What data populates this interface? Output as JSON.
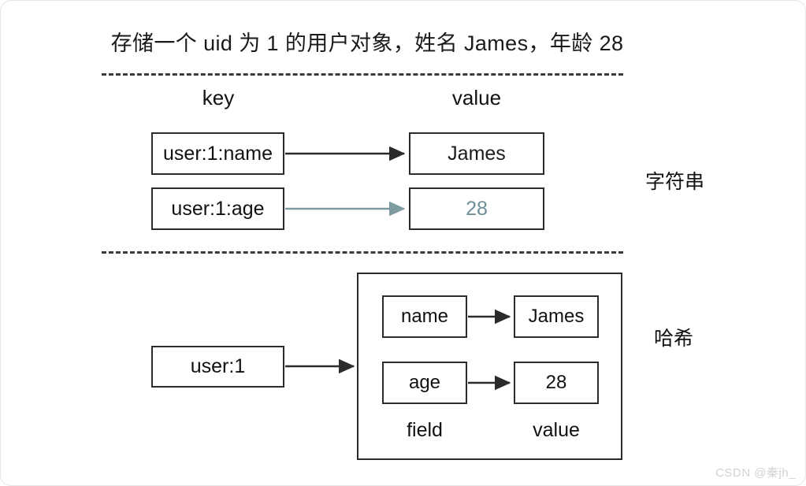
{
  "diagram": {
    "title": "存储一个 uid 为 1 的用户对象，姓名 James，年龄 28",
    "column_headers": {
      "key": "key",
      "value": "value"
    },
    "string_section": {
      "type_label": "字符串",
      "rows": [
        {
          "key": "user:1:name",
          "value": "James"
        },
        {
          "key": "user:1:age",
          "value": "28"
        }
      ]
    },
    "hash_section": {
      "type_label": "哈希",
      "key": "user:1",
      "field_header": "field",
      "value_header": "value",
      "entries": [
        {
          "field": "name",
          "value": "James"
        },
        {
          "field": "age",
          "value": "28"
        }
      ]
    },
    "watermark": "CSDN @秦jh_",
    "colors": {
      "stroke": "#2b2b2b",
      "text": "#111111",
      "separator": "#3b3b3b",
      "artifact_tint": "#6f8f96",
      "watermark": "#d2d2d2",
      "background": "#ffffff"
    }
  }
}
